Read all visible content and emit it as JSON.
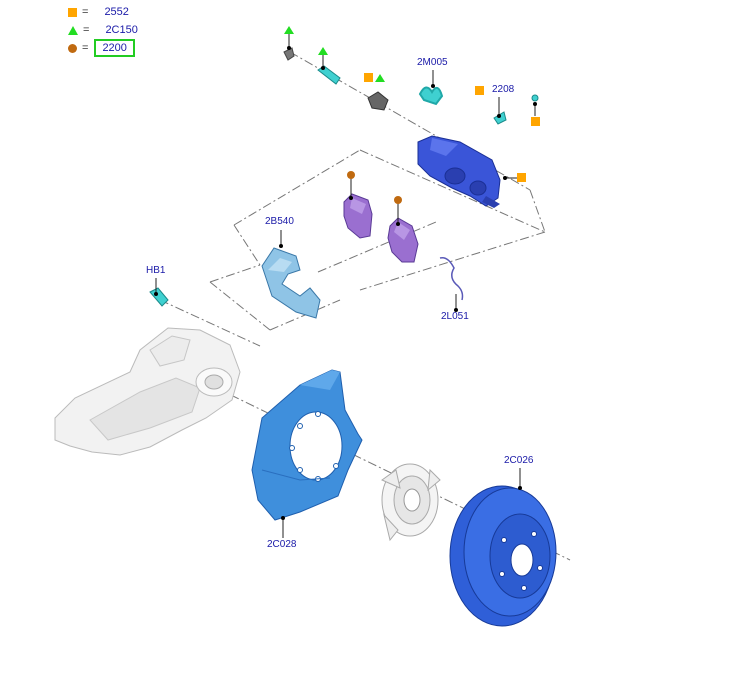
{
  "legend": [
    {
      "symbol": "square-icon",
      "color": "#ffa500",
      "equals": "=",
      "code": "2552"
    },
    {
      "symbol": "triangle-icon",
      "color": "#22dd22",
      "equals": "=",
      "code": "2C150"
    },
    {
      "symbol": "dot-icon",
      "color": "#c06a10",
      "equals": "=",
      "code": "2200"
    }
  ],
  "parts": {
    "p2m005": "2M005",
    "p2208": "2208",
    "p2b540": "2B540",
    "hb1": "HB1",
    "p2l051": "2L051",
    "p2c026": "2C026",
    "p2c028": "2C028"
  },
  "colors": {
    "caliper": "#3a55d8",
    "disc": "#2f5fd8",
    "shield": "#3f8fdc",
    "bracket": "#8fc4e6",
    "pad": "#9a6fd0",
    "spring": "#3fd0d0",
    "leader": "#222222",
    "dashdot": "#777777"
  }
}
